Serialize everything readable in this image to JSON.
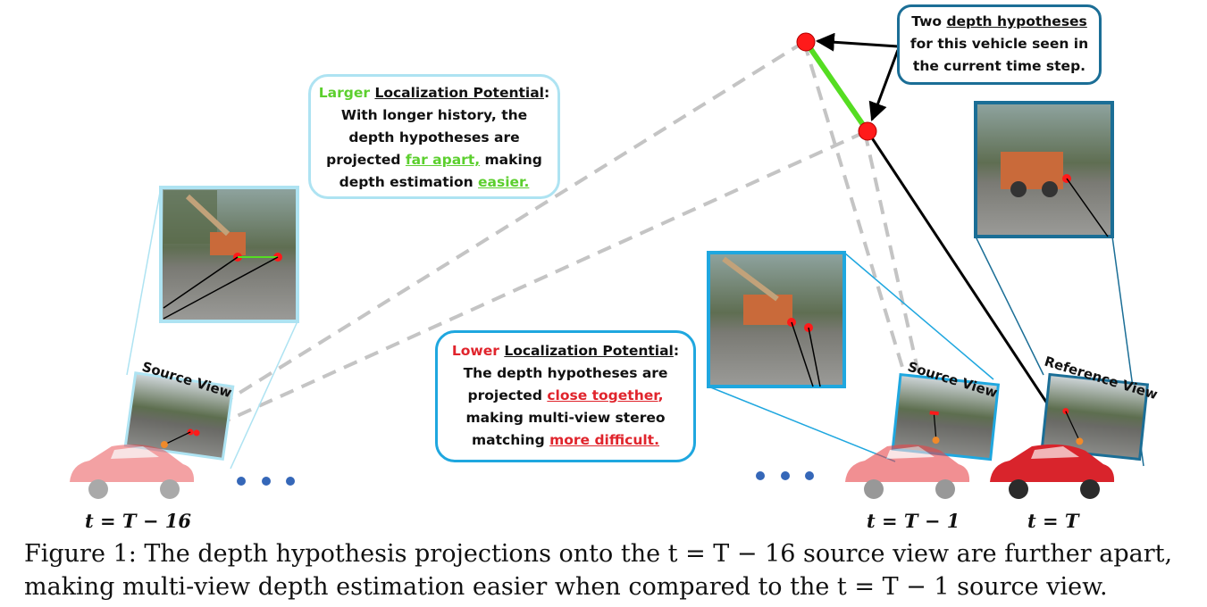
{
  "callouts": {
    "larger": {
      "word": "Larger",
      "term": "Localization Potential",
      "colon": ":",
      "l2": "With longer history, the",
      "l3": "depth hypotheses are",
      "l4a": "projected ",
      "l4b": "far apart,",
      "l4c": " making",
      "l5a": "depth estimation ",
      "l5b": "easier."
    },
    "lower": {
      "word": "Lower",
      "term": "Localization Potential",
      "colon": ":",
      "l2": "The depth hypotheses are",
      "l3a": "projected ",
      "l3b": "close together",
      "l3c": ",",
      "l4": "making multi-view stereo",
      "l5a": "matching ",
      "l5b": "more difficult."
    },
    "two": {
      "l1a": "Two ",
      "l1b": "depth hypotheses",
      "l2": "for this vehicle seen in",
      "l3": "the current time step."
    }
  },
  "view_labels": {
    "source_left": "Source View",
    "source_right": "Source View",
    "reference": "Reference View"
  },
  "time_labels": {
    "t16": "t = T − 16",
    "t1": "t = T − 1",
    "t0": "t = T"
  },
  "caption": {
    "line1": "Figure 1:  The depth hypothesis projections onto the t = T − 16 source view are further apart,",
    "line2": "making multi-view depth estimation easier when compared to the t = T − 1 source view."
  },
  "colors": {
    "green": "#5ccf2e",
    "red": "#e0242c",
    "light_blue": "#aee3f2",
    "mid_blue": "#1fa7df",
    "dark_blue": "#1b6e96",
    "dot_blue": "#3567b8",
    "hypothesis_red": "#ff1a1a"
  },
  "icons": [
    "car-icon",
    "ellipsis-dots-icon",
    "arrow-icon",
    "depth-point-icon"
  ]
}
